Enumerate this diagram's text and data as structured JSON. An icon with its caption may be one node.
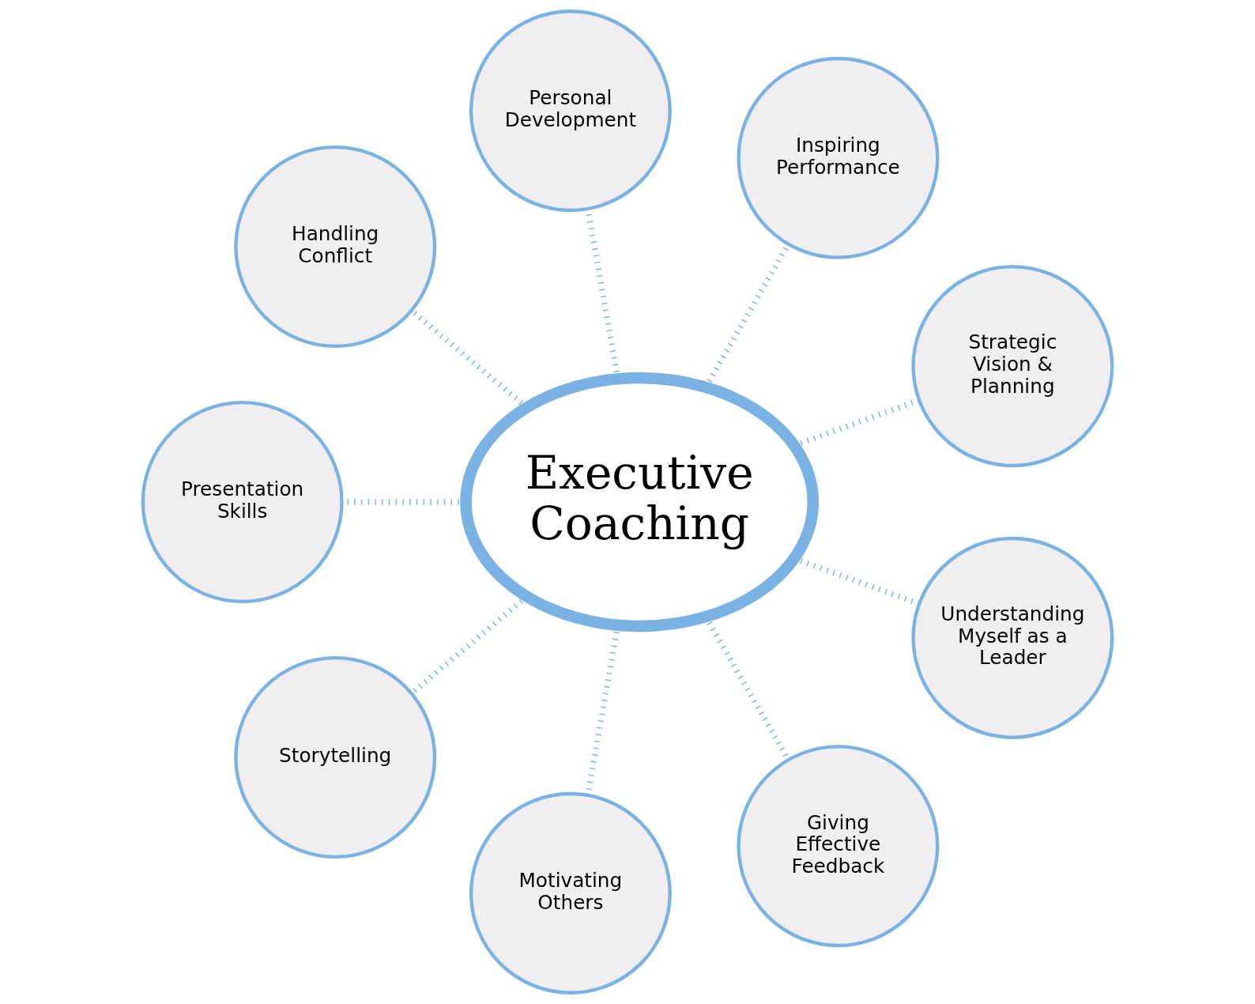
{
  "diagram": {
    "nodes": [
      {
        "text": [
          "Executive Coaching"
        ]
      },
      {
        "text": [
          "Strategic Vision & Planning"
        ]
      },
      {
        "text": [
          "Inspiring Performance"
        ]
      },
      {
        "text": [
          "Personal Development"
        ]
      },
      {
        "text": [
          "Handling Conflict"
        ]
      },
      {
        "text": [
          "Presentation Skills"
        ]
      },
      {
        "text": [
          "Storytelling"
        ]
      },
      {
        "text": [
          "Motivating Others"
        ]
      },
      {
        "text": [
          "Giving Effective Feedback"
        ]
      },
      {
        "text": [
          "Understanding Myself as a Leader"
        ]
      }
    ],
    "edges": [
      {
        "from": 0,
        "to": 1,
        "arrow": "none"
      },
      {
        "from": 0,
        "to": 2,
        "arrow": "none"
      },
      {
        "from": 0,
        "to": 3,
        "arrow": "none"
      },
      {
        "from": 0,
        "to": 4,
        "arrow": "none"
      },
      {
        "from": 0,
        "to": 5,
        "arrow": "none"
      },
      {
        "from": 0,
        "to": 6,
        "arrow": "none"
      },
      {
        "from": 0,
        "to": 7,
        "arrow": "none"
      },
      {
        "from": 0,
        "to": 8,
        "arrow": "none"
      },
      {
        "from": 0,
        "to": 9,
        "arrow": "none"
      }
    ]
  }
}
